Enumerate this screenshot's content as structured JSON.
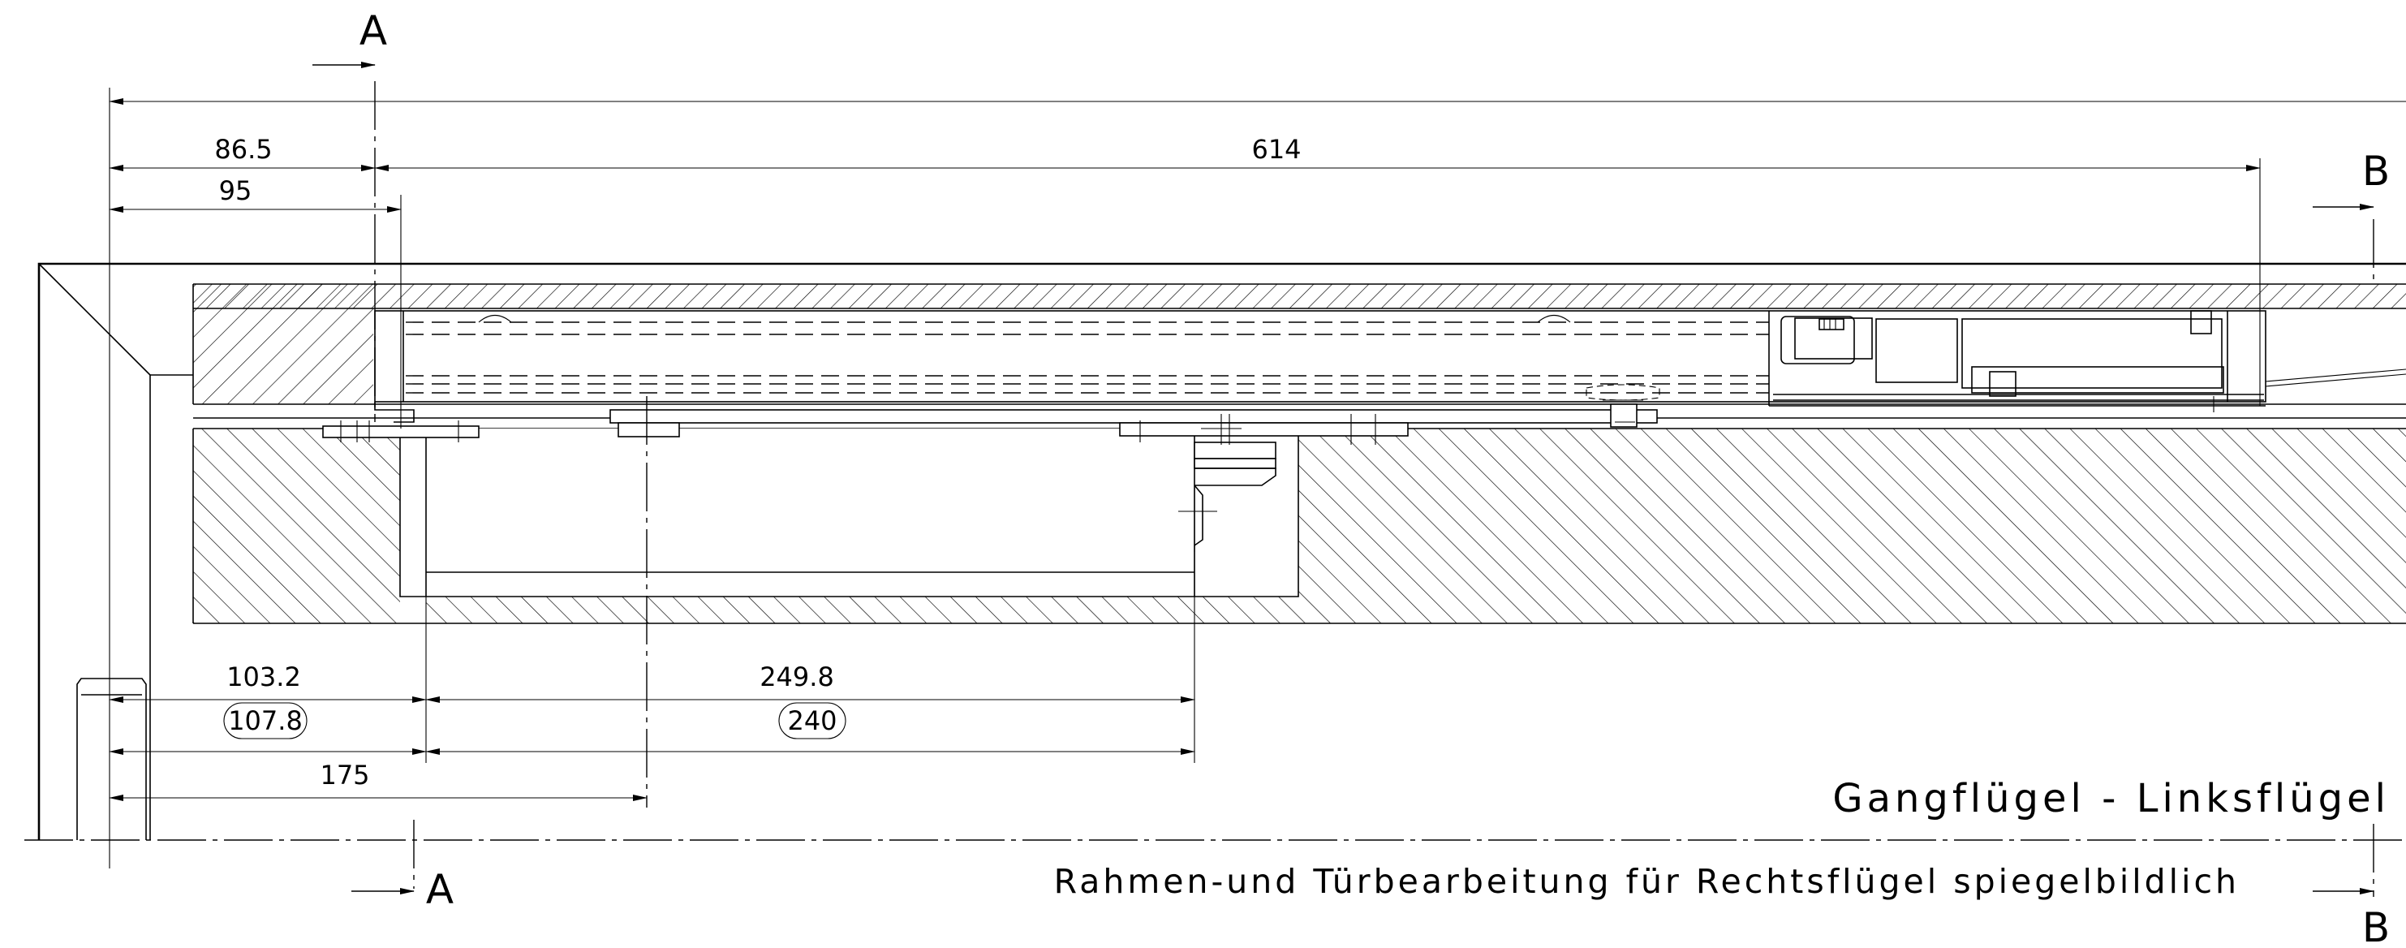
{
  "section_labels": {
    "a_top": "A",
    "a_bottom": "A",
    "b_top": "B",
    "b_bottom": "B"
  },
  "dimensions": {
    "d_86_5": "86.5",
    "d_614": "614",
    "d_95": "95",
    "d_103_2": "103.2",
    "d_107_8": "107.8",
    "d_249_8": "249.8",
    "d_240": "240",
    "d_175": "175"
  },
  "title": "Gangflügel - Linksflügel",
  "subtitle": "Rahmen-und Türbearbeitung für Rechtsflügel spiegelbildlich"
}
